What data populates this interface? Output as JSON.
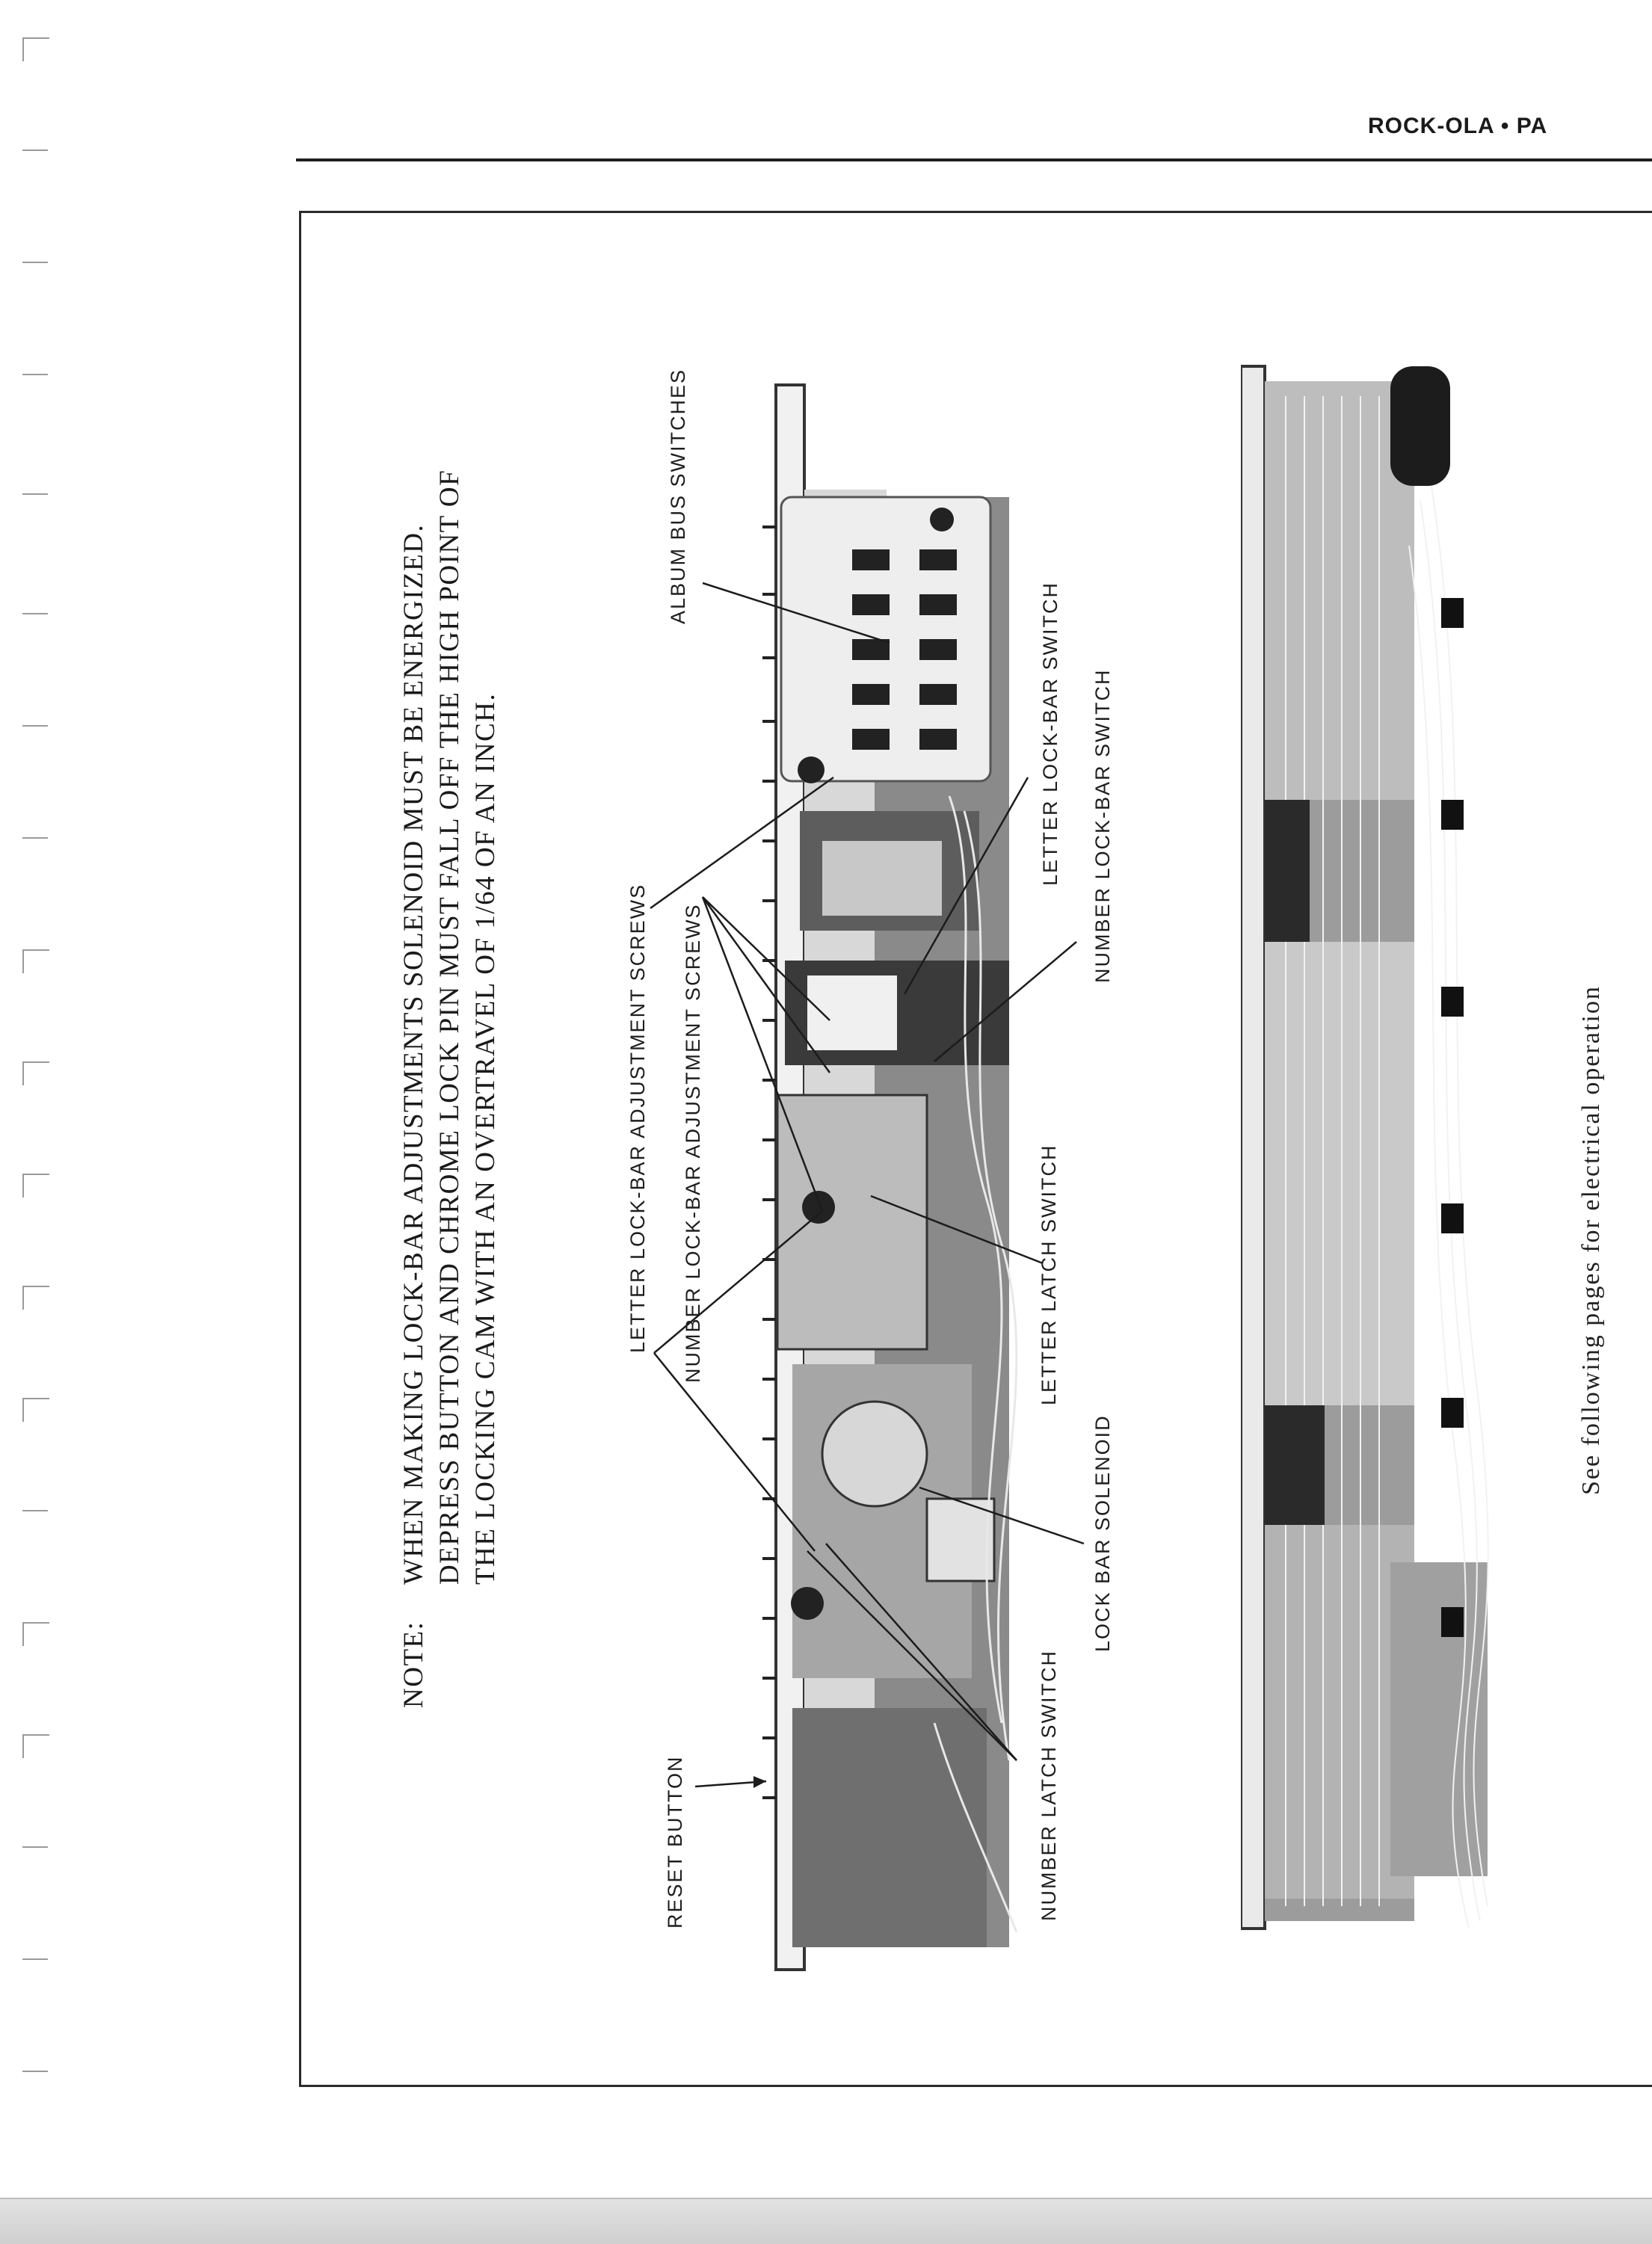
{
  "header": {
    "brand": "ROCK-OLA • PA"
  },
  "note": {
    "label": "NOTE:",
    "text": "WHEN MAKING LOCK-BAR ADJUSTMENTS SOLENOID MUST BE ENERGIZED. DEPRESS BUTTON AND CHROME LOCK PIN MUST FALL OFF THE HIGH POINT OF THE LOCKING CAM WITH AN OVERTRAVEL OF 1/64 OF AN INCH."
  },
  "callouts": {
    "reset_button": "RESET BUTTON",
    "number_latch_switch": "NUMBER LATCH SWITCH",
    "letter_lockbar_screws": "LETTER LOCK-BAR ADJUSTMENT SCREWS",
    "number_lockbar_screws": "NUMBER LOCK-BAR ADJUSTMENT SCREWS",
    "album_bus_switches": "ALBUM BUS SWITCHES",
    "letter_latch_switch": "LETTER LATCH SWITCH",
    "letter_lockbar_switch": "LETTER LOCK-BAR SWITCH",
    "lock_bar_solenoid": "LOCK BAR SOLENOID",
    "number_lockbar_switch": "NUMBER LOCK-BAR SWITCH"
  },
  "footer_note": "See following pages for electrical operation",
  "images": {
    "top_photo": "lock-bar-assembly-photo",
    "bottom_photo": "wiring-harness-photo"
  }
}
